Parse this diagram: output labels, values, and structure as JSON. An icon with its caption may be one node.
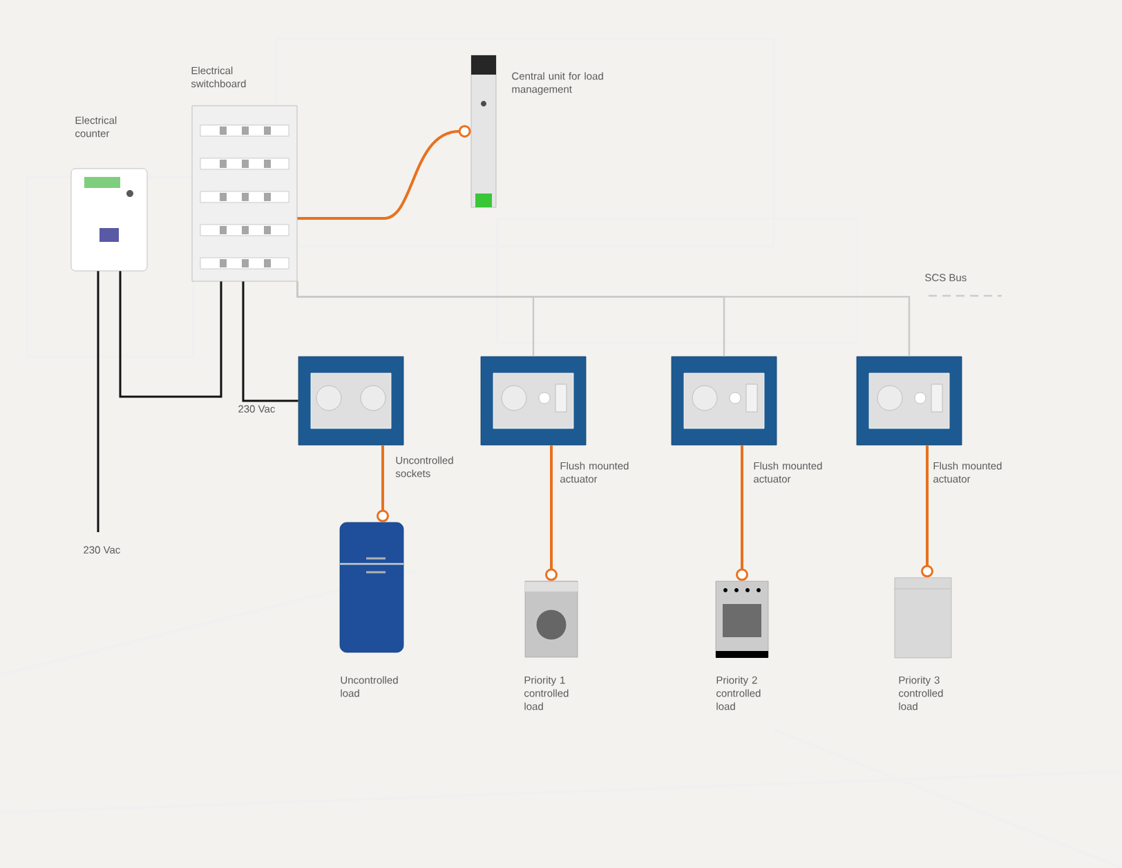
{
  "diagram": {
    "nodes": [
      {
        "text": [
          "Electrical counter"
        ]
      },
      {
        "text": [
          "Electrical switchboard"
        ]
      },
      {
        "text": [
          "Central unit for load management"
        ]
      },
      {
        "text": [],
        "shape": "picture",
        "beside": [
          "Uncontrolled sockets"
        ]
      },
      {
        "text": [],
        "shape": "picture",
        "beside": [
          "Flush mounted actuator"
        ]
      },
      {
        "text": [],
        "shape": "picture",
        "beside": [
          "Flush mounted actuator"
        ]
      },
      {
        "text": [],
        "shape": "picture",
        "beside": [
          "Flush mounted actuator"
        ]
      },
      {
        "text": [
          "Uncontrolled load"
        ]
      },
      {
        "text": [
          "Priority 1 controlled load"
        ]
      },
      {
        "text": [
          "Priority 2 controlled load"
        ]
      },
      {
        "text": [
          "Priority 3 controlled load"
        ]
      }
    ],
    "edges": [
      {
        "from": 0,
        "to": 1,
        "arrow": "none",
        "color": "#111111"
      },
      {
        "from": 0,
        "to": null,
        "arrow": "none",
        "color": "#111111",
        "label": "230 Vac"
      },
      {
        "from": 1,
        "to": 3,
        "arrow": "none",
        "color": "#111111",
        "label": "230 Vac"
      },
      {
        "from": 1,
        "to": 2,
        "arrow": "other"
      },
      {
        "from": 1,
        "to": 4,
        "arrow": "none",
        "color": "#c8c8c8"
      },
      {
        "from": 1,
        "to": 5,
        "arrow": "none",
        "color": "#c8c8c8"
      },
      {
        "from": 1,
        "to": 6,
        "arrow": "none",
        "color": "#c8c8c8"
      },
      {
        "from": 3,
        "to": 7,
        "arrow": "other"
      },
      {
        "from": 4,
        "to": 8,
        "arrow": "other"
      },
      {
        "from": 5,
        "to": 9,
        "arrow": "other"
      },
      {
        "from": 6,
        "to": 10,
        "arrow": "other"
      }
    ],
    "labels": [
      "SCS Bus"
    ]
  }
}
